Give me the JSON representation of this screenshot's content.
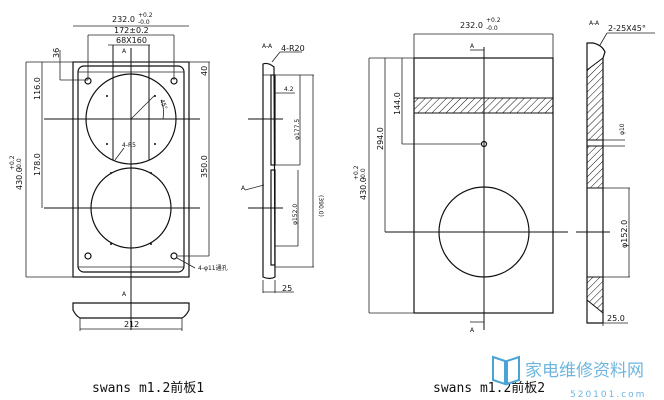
{
  "drawing1": {
    "caption": "swans m1.2前板1",
    "width_dim": "232.0",
    "width_tol_upper": "+0.2",
    "width_tol_lower": "-0.0",
    "hole_spacing": "172±0.2",
    "slot_dim": "68X160",
    "dim_36": "36",
    "dim_40": "40",
    "dim_116": "116.0",
    "dim_178": "178.0",
    "height_dim": "430.0",
    "height_tol_upper": "+0.2",
    "height_tol_lower": "-0.0",
    "dim_350": "350.0",
    "angle": "45°",
    "radius_note": "4-R5",
    "hole_note": "4-φ11通孔",
    "bottom_width": "212",
    "section_mark": "A",
    "side": {
      "radius_note": "4-R20",
      "dim_4_2": "4.2",
      "dia_upper": "φ177.5",
      "height_ref": "(390.0)",
      "dia_lower": "φ152.0",
      "thickness": "25",
      "section_label": "A-A"
    }
  },
  "drawing2": {
    "caption": "swans m1.2前板2",
    "width_dim": "232.0",
    "width_tol_upper": "+0.2",
    "width_tol_lower": "-0.0",
    "height_dim": "430.0",
    "height_tol_upper": "+0.2",
    "height_tol_lower": "-0.0",
    "dim_294": "294.0",
    "dim_144": "144.0",
    "section_mark": "A",
    "side": {
      "section_label": "A-A",
      "chamfer_note": "2-25X45°",
      "dia_hole": "φ10",
      "dia_driver": "φ152.0",
      "thickness": "25.0"
    }
  },
  "watermark": {
    "site_name": "家电维修资料网",
    "site_url": "520101.com"
  }
}
